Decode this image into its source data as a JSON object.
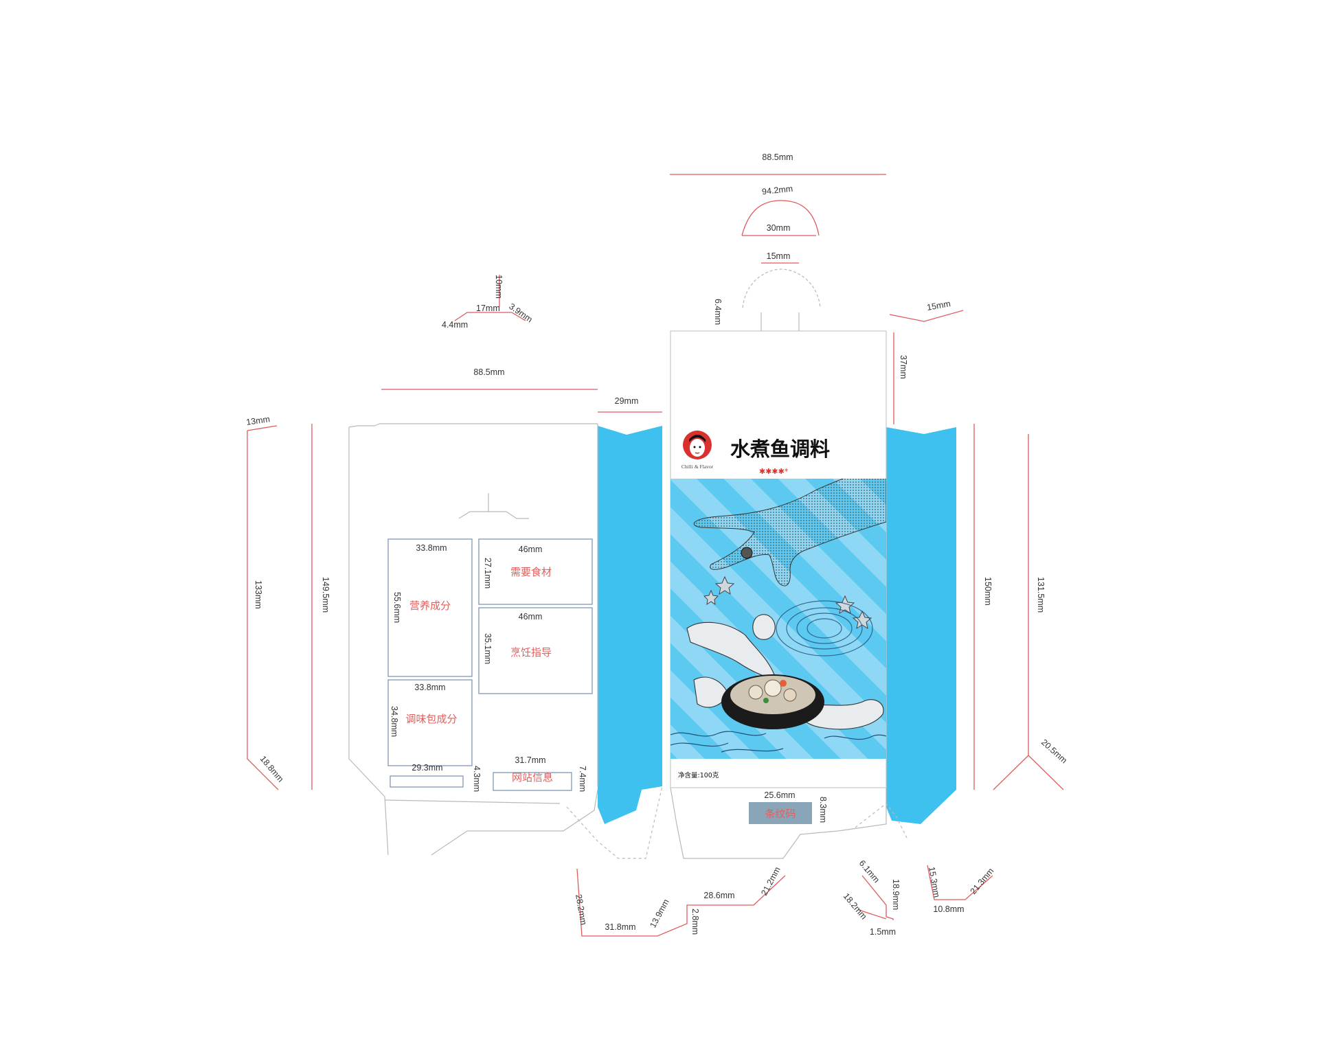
{
  "colors": {
    "dimension_line": "#e05a5a",
    "panel_blue": "#3ec1ef",
    "stripe_light": "#8ed8f6",
    "stripe_mid": "#5cc9f1",
    "box_outline": "#b9b9b9",
    "info_box": "#7f96b3",
    "label_red": "#e0605e",
    "barcode_box": "#8aa5b8",
    "logo_red": "#d9322e",
    "title_dark": "#111111"
  },
  "dimensions": {
    "top_width": "88.5mm",
    "arc_length": "94.2mm",
    "arc_chord": "30mm",
    "hanger_width": "15mm",
    "hanger_gap": "6.4mm",
    "right_tuck": "15mm",
    "top_flap_height": "37mm",
    "tab_height": "10mm",
    "tab_width": "17mm",
    "tab_slope": "3.9mm",
    "tab_left": "4.4mm",
    "back_width": "88.5mm",
    "side_width": "29mm",
    "glue_tab": "13mm",
    "glue_height": "133mm",
    "back_height": "149.5mm",
    "glue_bottom": "18.8mm",
    "front_height": "150mm",
    "right_height": "131.5mm",
    "right_bottom": "20.5mm",
    "bottom_a": "28.2mm",
    "bottom_b": "31.8mm",
    "bottom_c": "13.9mm",
    "bottom_d": "2.8mm",
    "bottom_e": "28.6mm",
    "bottom_f": "21.2mm",
    "bottom_g": "6.1mm",
    "bottom_h": "18.2mm",
    "bottom_i": "18.9mm",
    "bottom_j": "1.5mm",
    "bottom_k": "15.3mm",
    "bottom_l": "10.8mm",
    "bottom_m": "21.3mm",
    "barcode_width": "25.6mm",
    "barcode_height": "8.3mm"
  },
  "info_boxes": {
    "nutrition": {
      "width": "33.8mm",
      "height": "55.6mm",
      "label": "营养成分"
    },
    "ingredients": {
      "width": "46mm",
      "height": "27.1mm",
      "label": "需要食材"
    },
    "cooking": {
      "width": "46mm",
      "height": "35.1mm",
      "label": "烹饪指导"
    },
    "seasoning": {
      "width": "33.8mm",
      "height": "34.8mm",
      "label": "调味包成分"
    },
    "small_box": {
      "width": "29.3mm",
      "height": "4.3mm"
    },
    "website": {
      "width": "31.7mm",
      "height": "7.4mm",
      "label": "网站信息"
    }
  },
  "front": {
    "product_name": "水煮鱼调料",
    "spice_level": "✱✱✱✱*",
    "brand_caption": "Chilli & Flavor",
    "net_weight": "净含量:100克",
    "barcode_label": "条纹码"
  }
}
